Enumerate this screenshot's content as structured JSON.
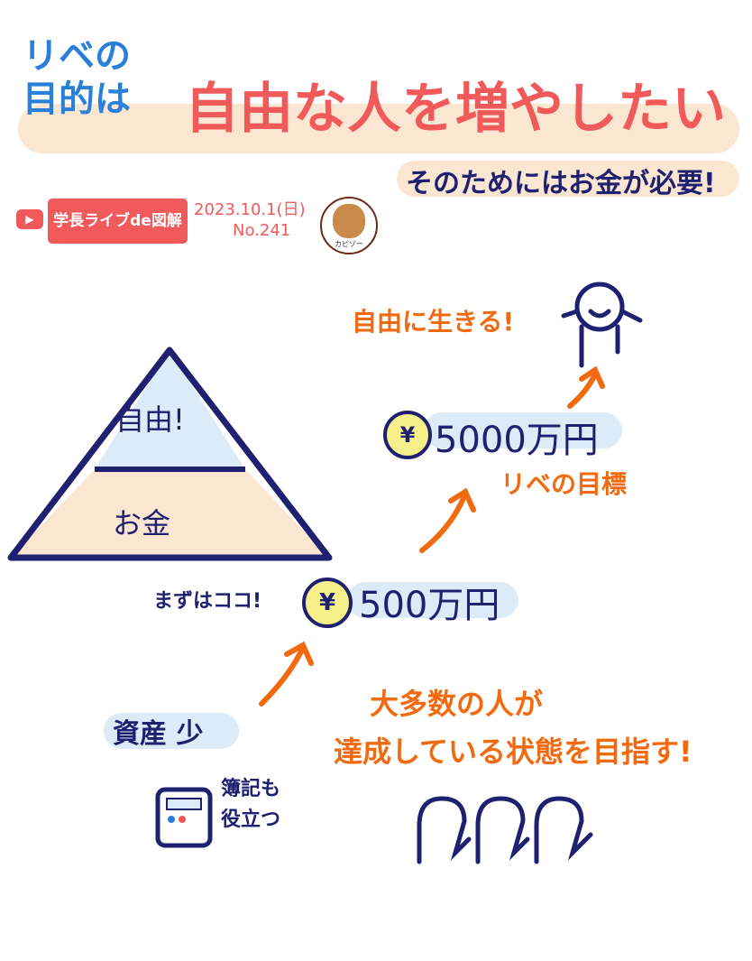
{
  "title": {
    "prefix_line1": "リベの",
    "prefix_line2": "目的は",
    "main": "自由な人を増やしたい",
    "sub": "そのためにはお金が必要!"
  },
  "badge": {
    "label": "学長ライブde図解",
    "date": "2023.10.1(日)",
    "number": "No.241",
    "avatar_name": "カピゾー"
  },
  "pyramid": {
    "top": "自由!",
    "bottom": "お金"
  },
  "steps": {
    "start": "資産 少",
    "first_goal_note": "まずはココ!",
    "first_goal": "500万円",
    "second_goal": "5000万円",
    "second_goal_note": "リベの目標",
    "final": "自由に生きる!",
    "yen": "¥"
  },
  "notes": {
    "bookkeeping": "簿記も役立つ",
    "majority_line1": "大多数の人が",
    "majority_line2": "達成している状態を目指す!"
  },
  "colors": {
    "blue": "#2a7fd8",
    "red": "#f05a5a",
    "navy": "#1f2070",
    "orange": "#f26a10",
    "highlight_blue": "#dcebf8",
    "highlight_peach": "#fbe6d2"
  }
}
